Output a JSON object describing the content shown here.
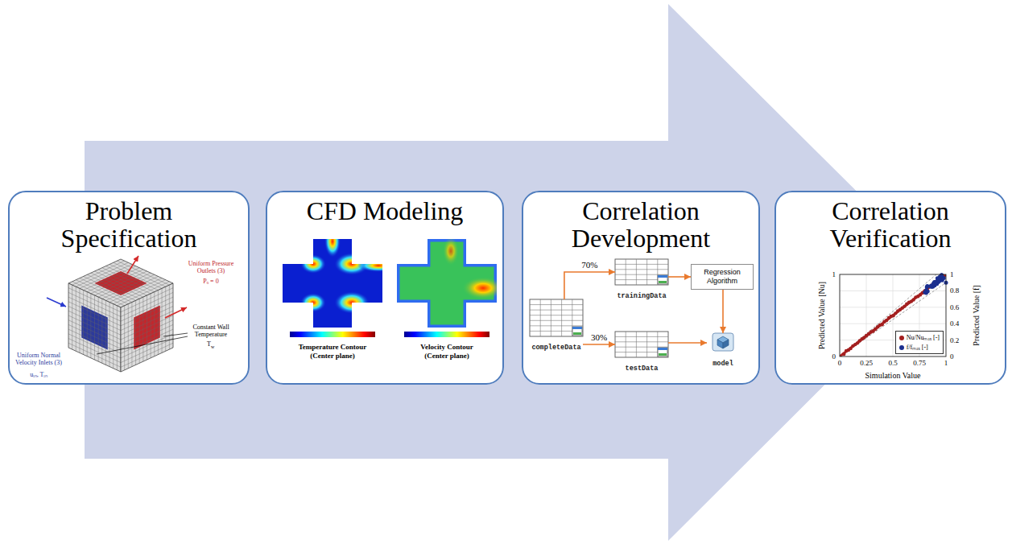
{
  "diagram": {
    "nodes": [
      {
        "text": [
          "Problem Specification"
        ]
      },
      {
        "text": [
          "CFD Modeling"
        ]
      },
      {
        "text": [
          "Correlation Development"
        ]
      },
      {
        "text": [
          "completeData"
        ],
        "in": 2
      },
      {
        "text": [
          "trainingData"
        ],
        "in": 2
      },
      {
        "text": [
          "Regression Algorithm"
        ],
        "in": 2
      },
      {
        "text": [
          "testData"
        ],
        "in": 2
      },
      {
        "text": [
          "model"
        ],
        "in": 2
      },
      {
        "text": [
          "Correlation Verification"
        ]
      }
    ],
    "edges": [
      {
        "from": 3,
        "to": 4,
        "label": "70%",
        "arrow": "to"
      },
      {
        "from": 3,
        "to": 6,
        "label": "30%",
        "arrow": "to"
      },
      {
        "from": 4,
        "to": 5,
        "arrow": "to"
      },
      {
        "from": 5,
        "to": 7,
        "arrow": "to"
      },
      {
        "from": 6,
        "to": 7,
        "arrow": "to"
      }
    ],
    "labels": [
      "Uniform Pressure Outlets (3)",
      "Pₒ = 0",
      "Uniform Normal Velocity Inlets (3)",
      "uᵢₙ, Tᵢₙ",
      "Constant Wall Temperature",
      "T",
      "w",
      "Temperature Contour",
      "(Center plane)",
      "Velocity Contour",
      "(Center plane)",
      "Predicted Value [Nu]",
      "Predicted Value [f]",
      "Simulation Value",
      "0",
      "0.25",
      "0.5",
      "0.75",
      "1",
      "0",
      "1",
      "0",
      "0.2",
      "0.4",
      "0.6",
      "0.8",
      "1"
    ],
    "legend": [
      {
        "text": "Nu/Nuₘₐₓ [-]",
        "color": "#a31f1f"
      },
      {
        "text": "f/fₘₐₓ [-]",
        "color": "#1b2f8f"
      }
    ]
  }
}
